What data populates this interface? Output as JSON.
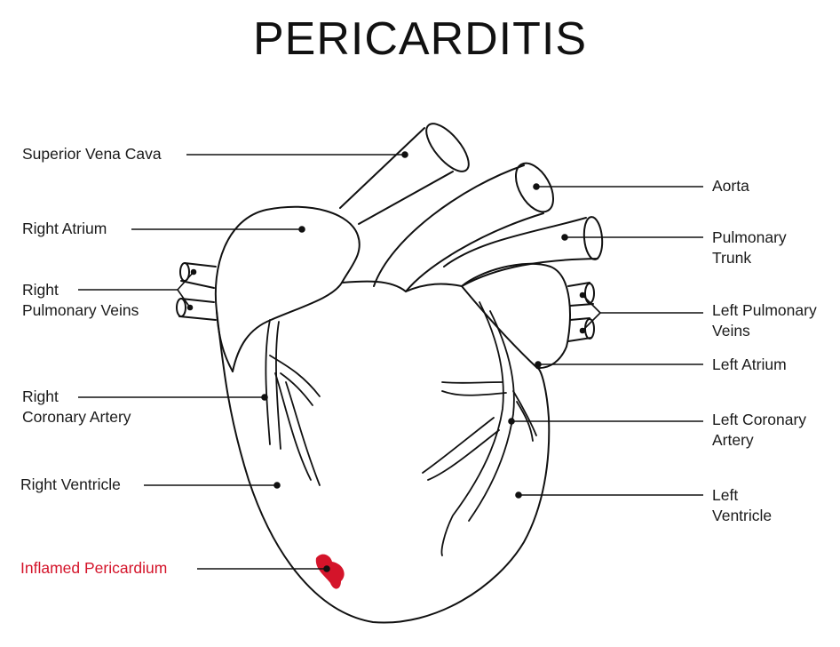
{
  "title": "PERICARDITIS",
  "colors": {
    "outline": "#111111",
    "inflamed": "#d4142a",
    "text": "#1a1a1a"
  },
  "labels": {
    "superior_vena_cava": {
      "line1": "Superior Vena Cava",
      "line2": ""
    },
    "right_atrium": {
      "line1": "Right Atrium",
      "line2": ""
    },
    "right_pulmonary_veins": {
      "line1": "Right",
      "line2": "Pulmonary Veins"
    },
    "right_coronary_artery": {
      "line1": "Right",
      "line2": "Coronary Artery"
    },
    "right_ventricle": {
      "line1": "Right Ventricle",
      "line2": ""
    },
    "inflamed_pericardium": {
      "line1": "Inflamed Pericardium",
      "line2": ""
    },
    "aorta": {
      "line1": "Aorta",
      "line2": ""
    },
    "pulmonary_trunk": {
      "line1": "Pulmonary",
      "line2": "Trunk"
    },
    "left_pulmonary_veins": {
      "line1": "Left Pulmonary",
      "line2": "Veins"
    },
    "left_atrium": {
      "line1": "Left Atrium",
      "line2": ""
    },
    "left_coronary_artery": {
      "line1": "Left Coronary",
      "line2": "Artery"
    },
    "left_ventricle": {
      "line1": "Left",
      "line2": "Ventricle"
    }
  }
}
